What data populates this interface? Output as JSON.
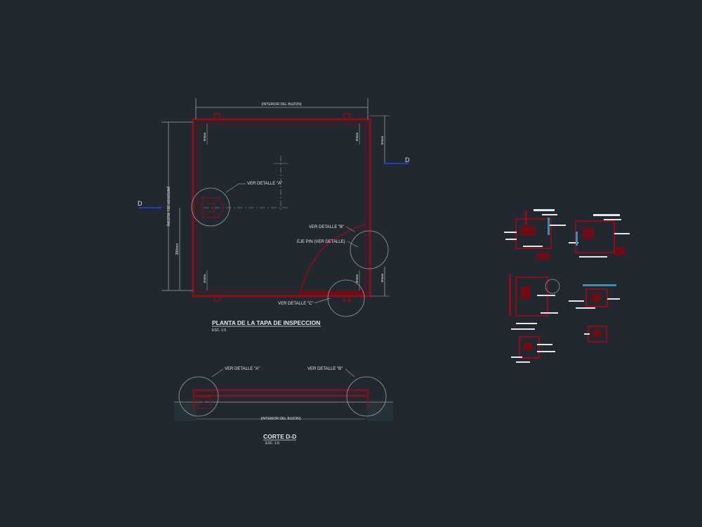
{
  "plan": {
    "title": "PLANTA DE LA TAPA DE INSPECCION",
    "scale": "ESC. 1:5",
    "dim_top": "(INTERIOR DEL BUZON)",
    "dim_left": "(INTERIOR DEL BUZON)",
    "dim_left_lower": "380mm",
    "dim_small_1": "60mm",
    "dim_small_2": "60mm",
    "dim_small_3": "60mm",
    "dim_small_4": "60mm",
    "dim_right_top": "60mm",
    "dim_right_bottom": "60mm",
    "section_marker_left": "D",
    "section_marker_right": "D",
    "callout_a": "VER DETALLE \"A\"",
    "callout_b": "VER DETALLE \"B\"",
    "callout_pin": "EJE PIN (VER DETALLE)",
    "callout_c": "VER DETALLE \"C\""
  },
  "section": {
    "title": "CORTE D-D",
    "scale": "ESC. 1:5",
    "callout_a": "VER DETALLE \"A\"",
    "callout_b": "VER DETALLE \"B\"",
    "dim_bottom": "(INTERIOR DEL BUZON)"
  },
  "colors": {
    "background": "#212830",
    "frame_red": "#8a0f18",
    "line_grey": "#9aa0a6",
    "text_white": "#e6e6e6",
    "marker_blue": "#1f3fbf"
  }
}
